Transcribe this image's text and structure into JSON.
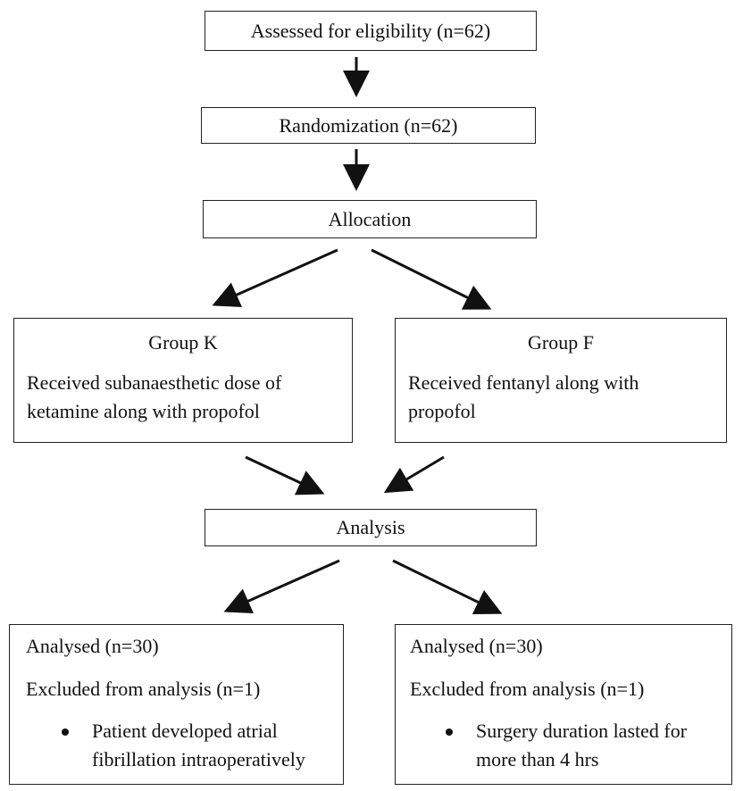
{
  "nodes": {
    "eligibility": "Assessed for eligibility (n=62)",
    "randomization": "Randomization (n=62)",
    "allocation": "Allocation",
    "group_k": {
      "title": "Group K",
      "desc_line1": "Received subanaesthetic dose of",
      "desc_line2": "ketamine along with propofol"
    },
    "group_f": {
      "title": "Group F",
      "desc_line1": "Received fentanyl along with",
      "desc_line2": "propofol"
    },
    "analysis": "Analysis",
    "outcome_left": {
      "analysed": "Analysed (n=30)",
      "excluded": "Excluded from analysis (n=1)",
      "reason_line1": "Patient developed atrial",
      "reason_line2": "fibrillation intraoperatively"
    },
    "outcome_right": {
      "analysed": "Analysed (n=30)",
      "excluded": "Excluded from analysis (n=1)",
      "reason_line1": "Surgery duration lasted for",
      "reason_line2": "more than 4 hrs"
    }
  },
  "edges": [
    {
      "from": "eligibility",
      "to": "randomization"
    },
    {
      "from": "randomization",
      "to": "allocation"
    },
    {
      "from": "allocation",
      "to": "group_k"
    },
    {
      "from": "allocation",
      "to": "group_f"
    },
    {
      "from": "group_k",
      "to": "analysis"
    },
    {
      "from": "group_f",
      "to": "analysis"
    },
    {
      "from": "analysis",
      "to": "outcome_left"
    },
    {
      "from": "analysis",
      "to": "outcome_right"
    }
  ],
  "colors": {
    "stroke": "#222222",
    "text": "#111111",
    "background": "#ffffff"
  }
}
